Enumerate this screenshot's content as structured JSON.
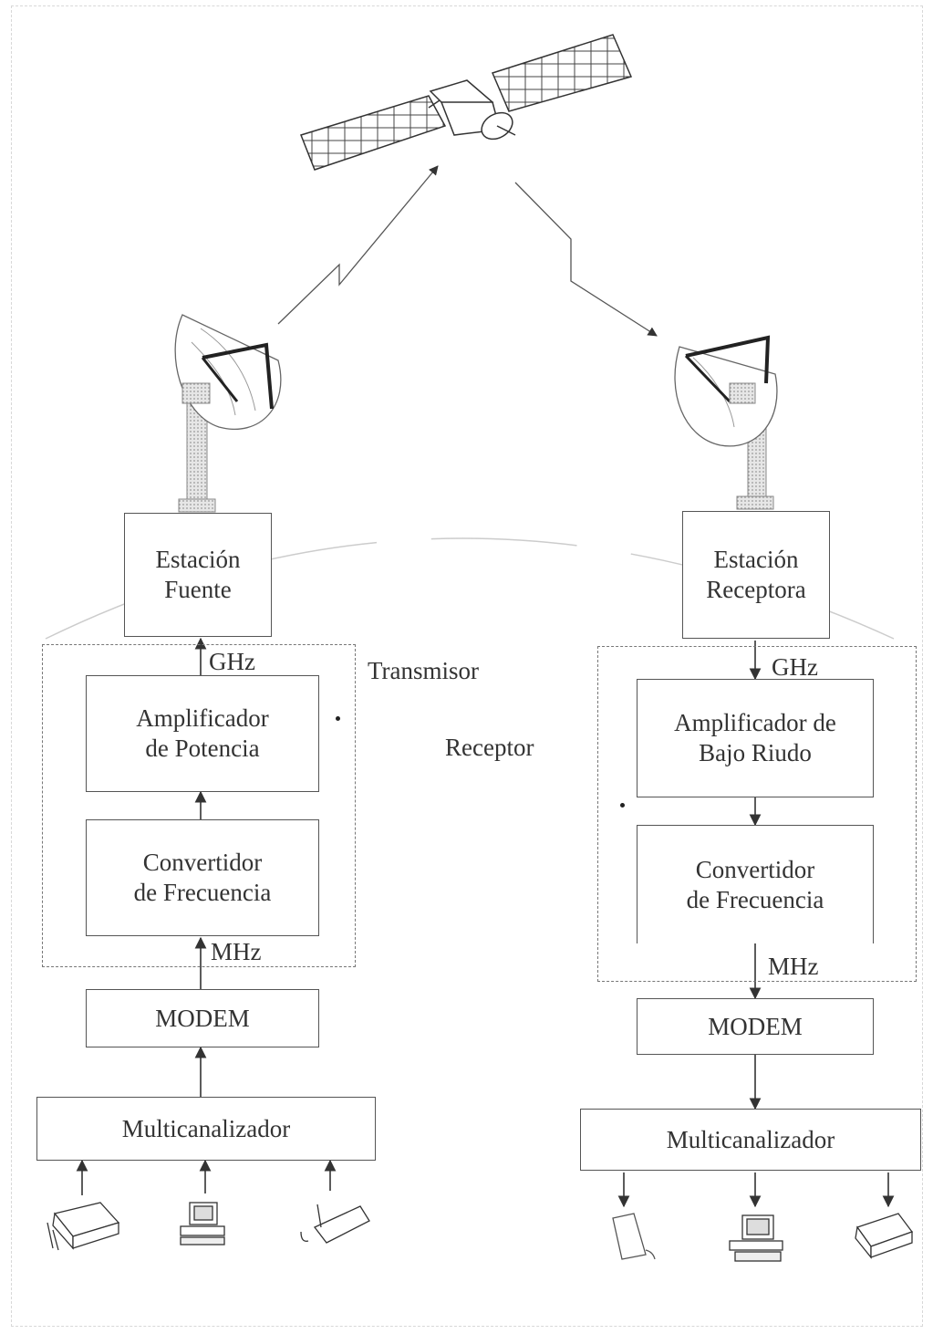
{
  "left": {
    "station": [
      "Estación",
      "Fuente"
    ],
    "group_label": "Transmisor",
    "ghz": "GHz",
    "amplifier": [
      "Amplificador",
      "de Potencia"
    ],
    "converter": [
      "Convertidor",
      "de Frecuencia"
    ],
    "mhz": "MHz",
    "modem": "MODEM",
    "mux": "Multicanalizador"
  },
  "right": {
    "station": [
      "Estación",
      "Receptora"
    ],
    "group_label": "Receptor",
    "ghz": "GHz",
    "amplifier": [
      "Amplificador de",
      "Bajo Riudo"
    ],
    "converter": [
      "Convertidor",
      "de Frecuencia"
    ],
    "mhz": "MHz",
    "modem": "MODEM",
    "mux": "Multicanalizador"
  },
  "icons": {
    "satellite": "satellite-icon",
    "left_dish": "satellite-dish-icon",
    "right_dish": "satellite-dish-icon",
    "left_devices": [
      "fax-machine-icon",
      "computer-icon",
      "telephone-icon"
    ],
    "right_devices": [
      "telephone-icon",
      "computer-icon",
      "fax-machine-icon"
    ]
  },
  "colors": {
    "line": "#333333",
    "dish_fill": "#cfcfcf"
  }
}
